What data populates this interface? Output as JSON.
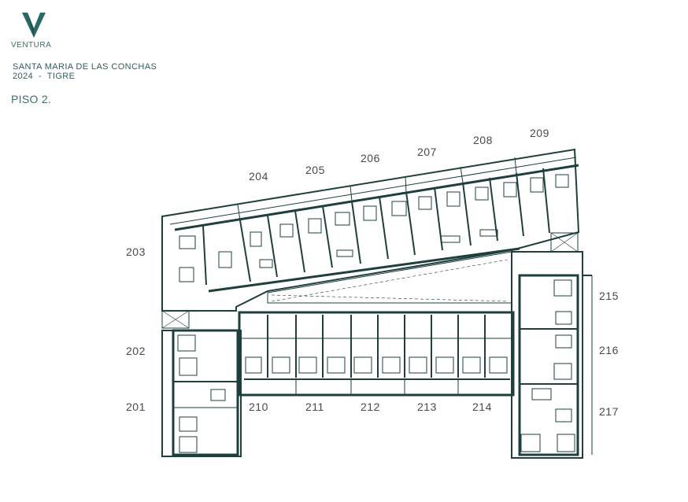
{
  "header": {
    "brand": "VENTURA",
    "project_line1": "SANTA MARIA DE LAS CONCHAS",
    "project_line2": "2024  -  TIGRE",
    "floor": "PISO 2."
  },
  "colors": {
    "accent": "#2a5a57",
    "wall": "#1f3f3c",
    "label": "#4a4a4a"
  },
  "units": {
    "u201": "201",
    "u202": "202",
    "u203": "203",
    "u204": "204",
    "u205": "205",
    "u206": "206",
    "u207": "207",
    "u208": "208",
    "u209": "209",
    "u210": "210",
    "u211": "211",
    "u212": "212",
    "u213": "213",
    "u214": "214",
    "u215": "215",
    "u216": "216",
    "u217": "217"
  }
}
